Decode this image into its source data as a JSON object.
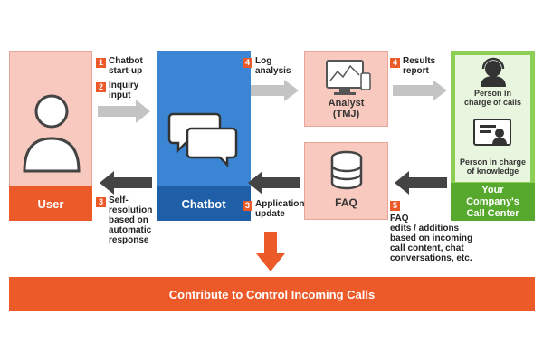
{
  "nodes": {
    "user": {
      "label": "User"
    },
    "chatbot": {
      "label": "Chatbot"
    },
    "analyst": {
      "label_line1": "Analyst",
      "label_line2": "(TMJ)"
    },
    "faq": {
      "label": "FAQ"
    },
    "call_center": {
      "label_line1": "Your",
      "label_line2": "Company's",
      "label_line3": "Call Center",
      "person_calls_line1": "Person in",
      "person_calls_line2": "charge of calls",
      "person_knowledge_line1": "Person in charge",
      "person_knowledge_line2": "of knowledge"
    }
  },
  "steps": [
    {
      "number": "1",
      "lines": [
        "Chatbot",
        "start-up"
      ]
    },
    {
      "number": "2",
      "lines": [
        "Inquiry",
        "input"
      ]
    },
    {
      "number": "3",
      "lines": [
        "Self-",
        "resolution",
        "based on",
        "automatic",
        "response"
      ]
    },
    {
      "number": "3",
      "lines": [
        "Application",
        "update"
      ]
    },
    {
      "number": "4",
      "lines": [
        "Log",
        "analysis"
      ]
    },
    {
      "number": "4",
      "lines": [
        "Results",
        "report"
      ]
    },
    {
      "number": "5",
      "lines": [
        "FAQ",
        "edits / additions",
        "based on incoming",
        "call content, chat",
        "conversations, etc."
      ]
    }
  ],
  "banner": {
    "text": "Contribute to Control Incoming Calls"
  },
  "colors": {
    "accent_orange": "#ec5a2a",
    "chatbot_blue": "#3a86d4",
    "call_center_green": "#56a92c",
    "pale_pink": "#f8c9be",
    "arrow_gray": "#c4c4c4",
    "arrow_dark": "#444444"
  }
}
